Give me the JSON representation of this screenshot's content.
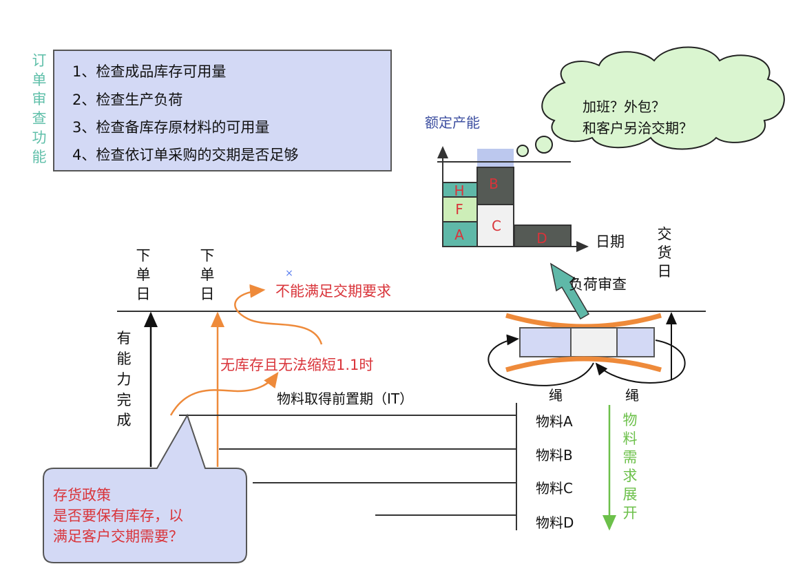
{
  "sidebar_title": [
    "订",
    "单",
    "审",
    "查",
    "功",
    "能"
  ],
  "check_box": {
    "items": [
      "1、检查成品库存可用量",
      "2、检查生产负荷",
      "3、检查备库存原材料的可用量",
      "4、检查依订单采购的交期是否足够"
    ]
  },
  "cloud": {
    "lines": [
      "加班？外包？",
      "和客户另洽交期？"
    ]
  },
  "capacity_chart": {
    "title": "额定产能",
    "xlabel": "日期",
    "blocks": [
      "A",
      "F",
      "H",
      "C",
      "B",
      "D"
    ]
  },
  "delivery_day": [
    "交",
    "货",
    "日"
  ],
  "order_day_1": [
    "下",
    "单",
    "日"
  ],
  "order_day_2": [
    "下",
    "单",
    "日"
  ],
  "capable": [
    "有",
    "能",
    "力",
    "完",
    "成"
  ],
  "marker": "×",
  "cannot_meet": "不能满足交期要求",
  "no_stock": "无库存且无法缩短1.1时",
  "lead_time": "物料取得前置期（IT）",
  "load_review": "负荷审查",
  "rope_labels": [
    "绳",
    "绳"
  ],
  "materials": [
    "物料A",
    "物料B",
    "物料C",
    "物料D"
  ],
  "material_expand": [
    "物",
    "料",
    "需",
    "求",
    "展",
    "开"
  ],
  "callout": {
    "lines": [
      "存货政策",
      "是否要保有库存，以",
      "满足客户交期需要？"
    ]
  },
  "colors": {
    "teal": "#5fb8a8",
    "orange": "#ee8a3a",
    "red": "#d9343a",
    "green": "#6cc04a",
    "box": "#d3d9f5",
    "cloud": "#daf5d0"
  }
}
